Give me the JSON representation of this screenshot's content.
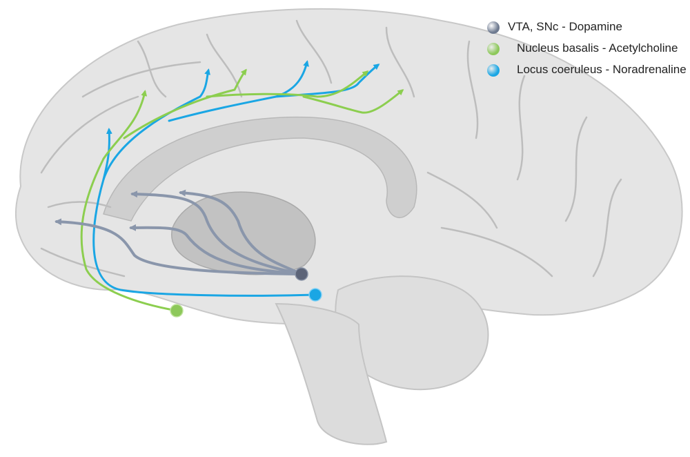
{
  "legend": [
    {
      "label": "VTA, SNc - Dopamine",
      "color": "#6e7a90"
    },
    {
      "label": "Nucleus basalis - Acetylcholine",
      "color": "#8dc85a"
    },
    {
      "label": "Locus coeruleus - Noradrenaline",
      "color": "#1aa6e4"
    }
  ],
  "colors": {
    "dopamine": "#8a96ab",
    "acetylcholine": "#8cce4f",
    "noradrenaline": "#1aa6e4",
    "brain_fill": "#e5e5e5",
    "brain_outline": "#c8c8c8",
    "fold": "#bdbdbd"
  }
}
